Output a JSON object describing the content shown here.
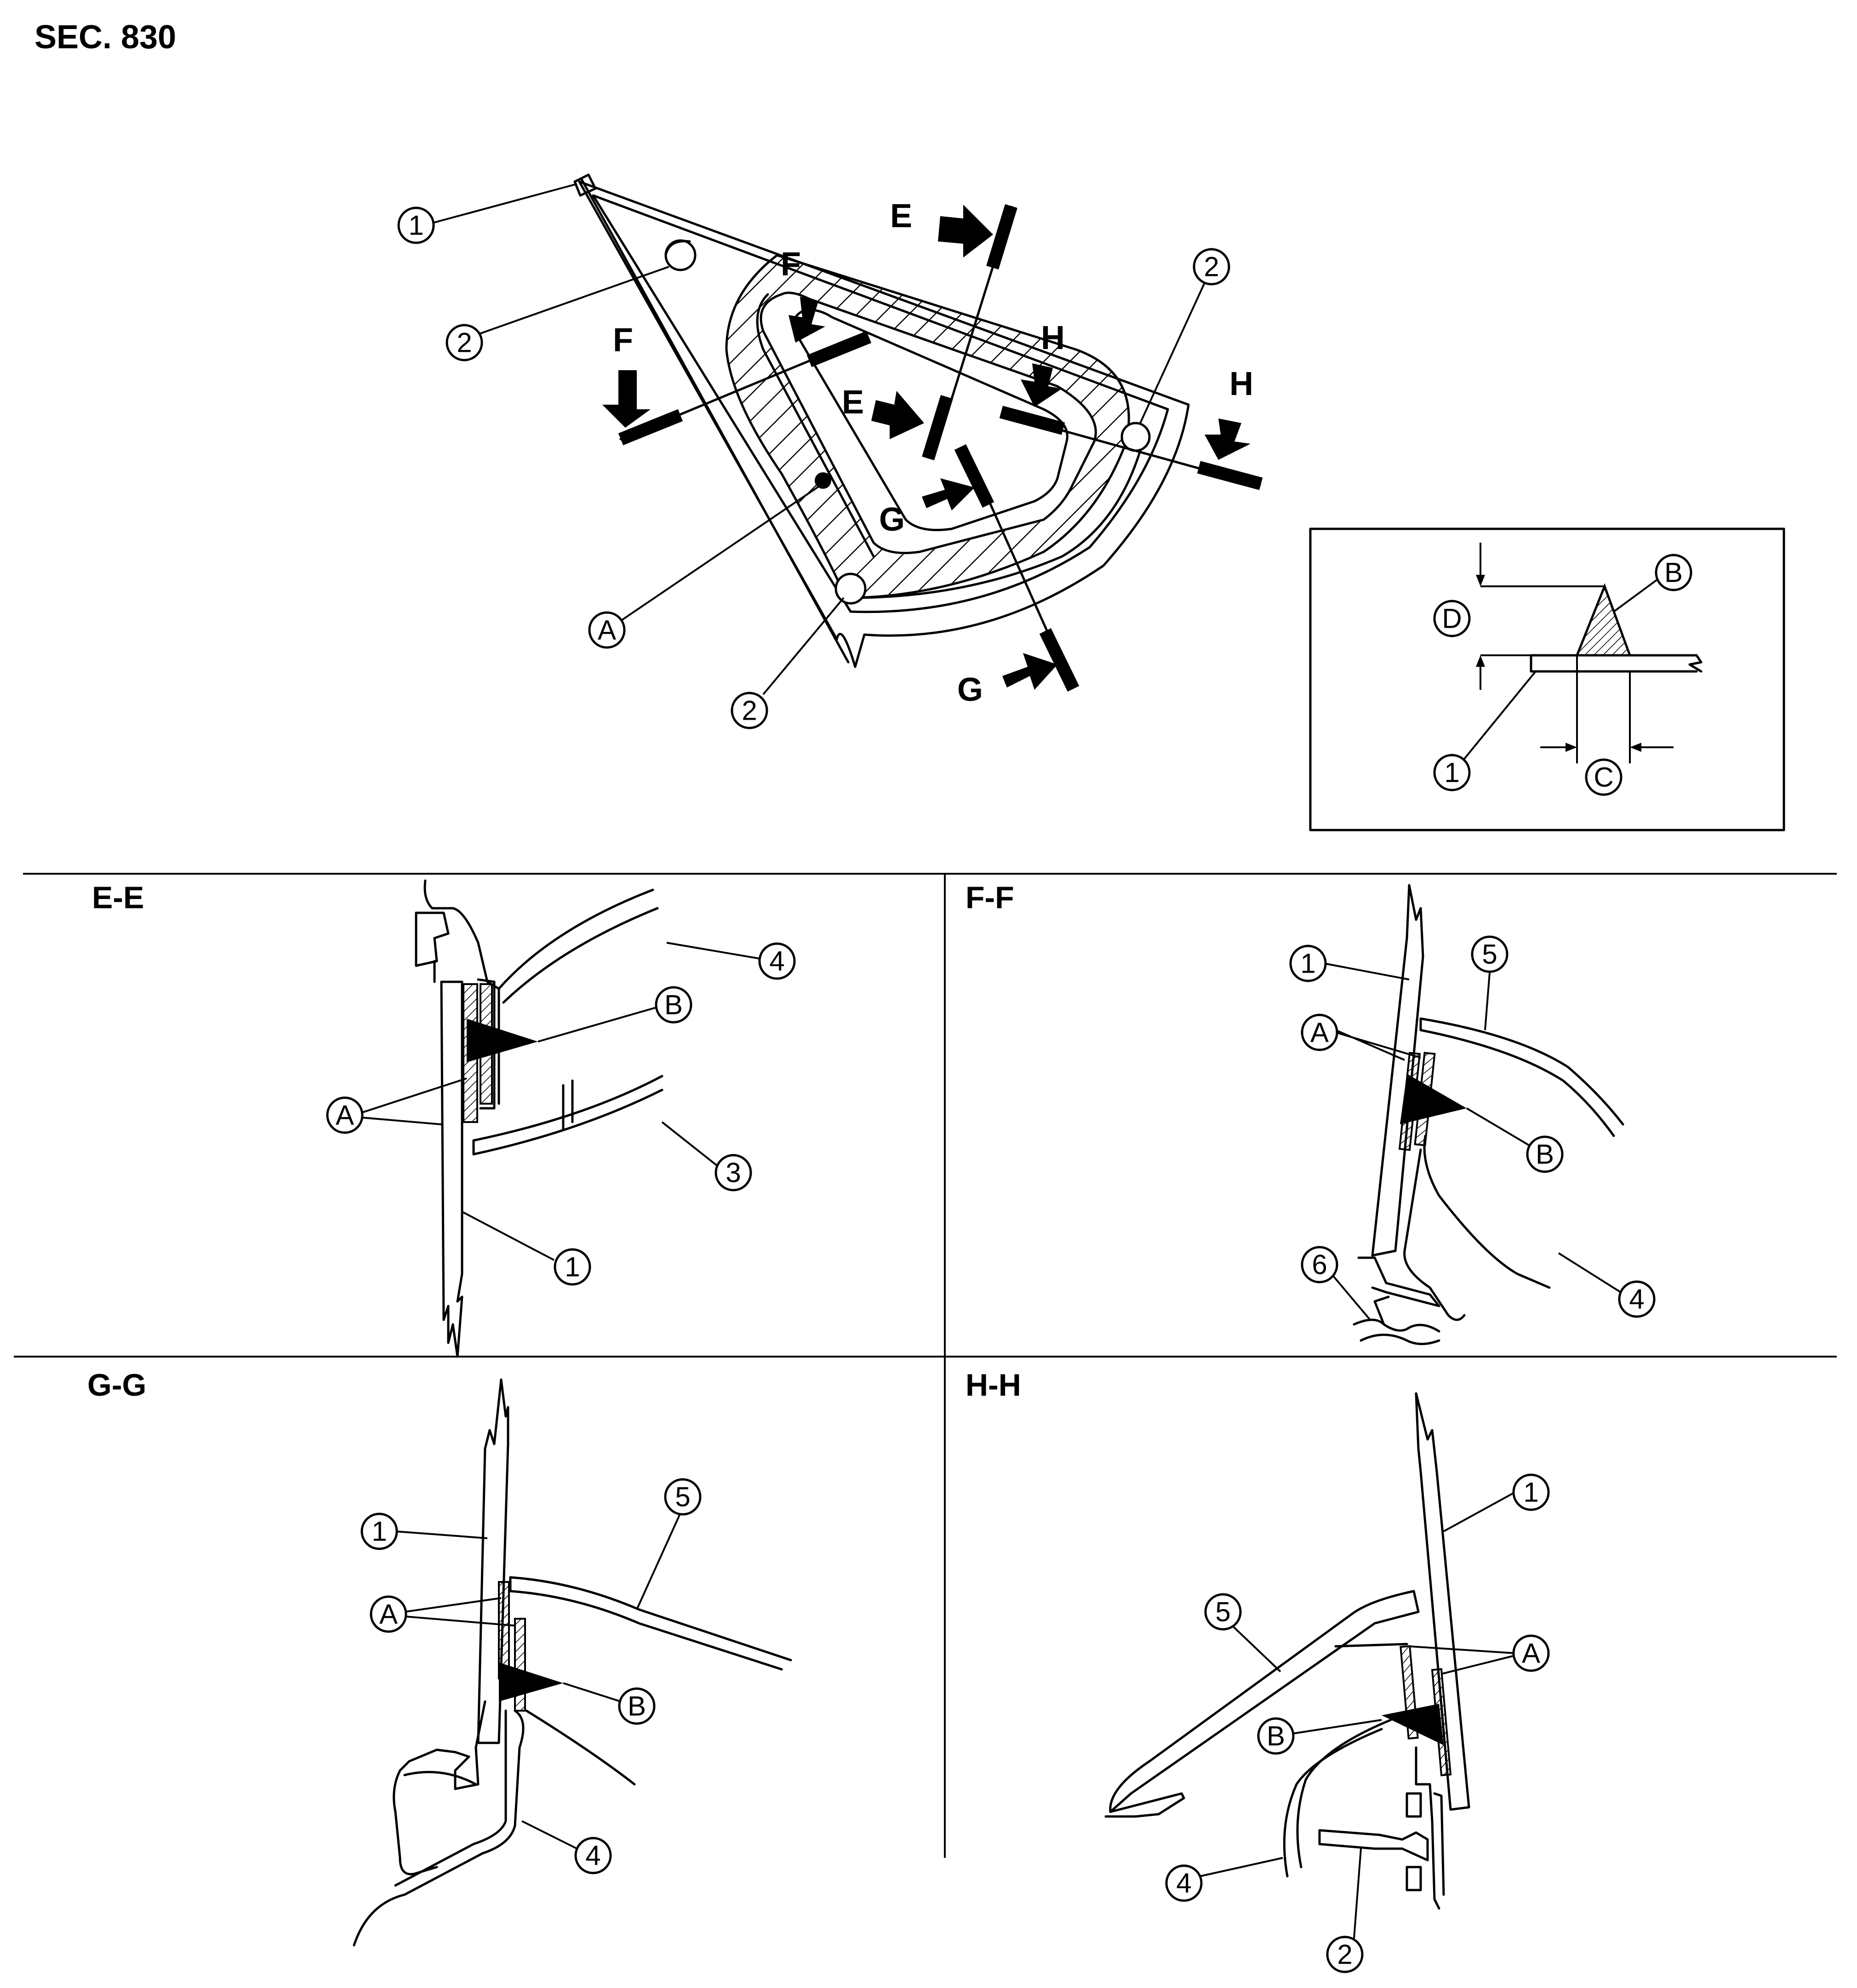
{
  "header": {
    "section_code": "SEC. 830"
  },
  "callouts": {
    "part_1": "1",
    "part_2": "2",
    "part_3": "3",
    "part_4": "4",
    "part_5": "5",
    "part_6": "6",
    "item_A": "A",
    "item_B": "B",
    "item_C": "C",
    "item_D": "D"
  },
  "section_letters": {
    "E": "E",
    "F": "F",
    "G": "G",
    "H": "H"
  },
  "section_views": {
    "ee": "E-E",
    "ff": "F-F",
    "gg": "G-G",
    "hh": "H-H"
  }
}
